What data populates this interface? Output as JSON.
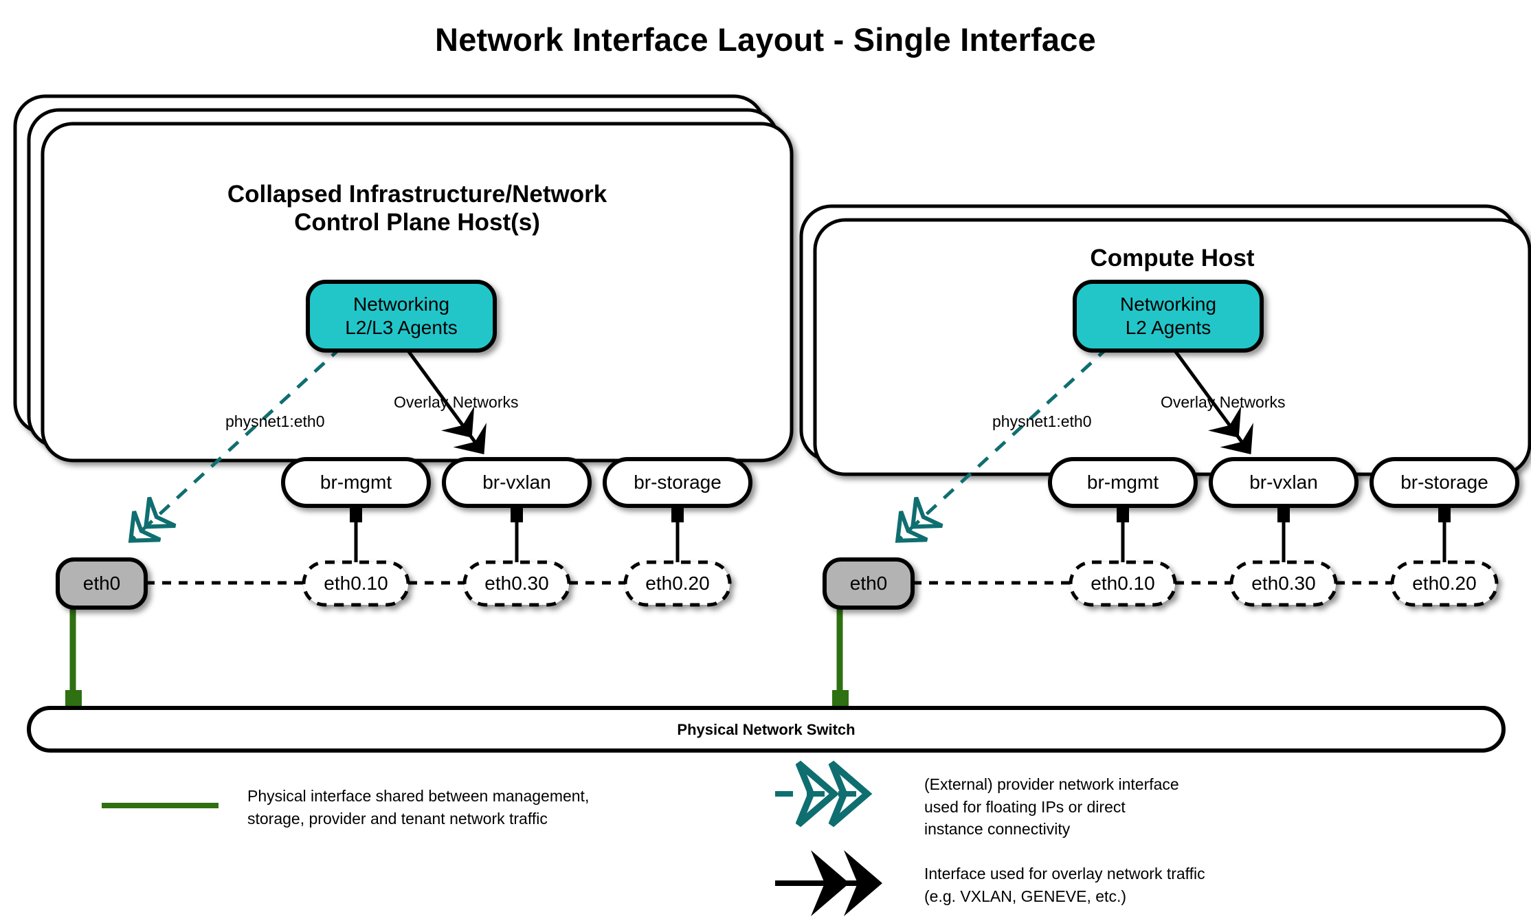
{
  "title": "Network Interface Layout - Single Interface",
  "colors": {
    "agent_fill": "#21c6c9",
    "eth_fill": "#b3b3b3",
    "physical_green": "#2e7012",
    "provider_teal": "#0f6e70",
    "stroke": "#000000",
    "background": "#ffffff"
  },
  "hosts": [
    {
      "id": "control-plane-host",
      "title": "Collapsed Infrastructure/Network\nControl Plane Host(s)",
      "title_line1": "Collapsed Infrastructure/Network",
      "title_line2": "Control Plane Host(s)",
      "stack_layers": 3,
      "agent": {
        "line1": "Networking",
        "line2": "L2/L3 Agents"
      },
      "provider_edge_label": "physnet1:eth0",
      "overlay_edge_label": "Overlay Networks",
      "physical_interface": "eth0",
      "bridges": [
        {
          "name": "br-mgmt",
          "vlan": "eth0.10"
        },
        {
          "name": "br-vxlan",
          "vlan": "eth0.30"
        },
        {
          "name": "br-storage",
          "vlan": "eth0.20"
        }
      ]
    },
    {
      "id": "compute-host",
      "title": "Compute Host",
      "title_line1": "Compute Host",
      "title_line2": "",
      "stack_layers": 2,
      "agent": {
        "line1": "Networking",
        "line2": "L2 Agents"
      },
      "provider_edge_label": "physnet1:eth0",
      "overlay_edge_label": "Overlay Networks",
      "physical_interface": "eth0",
      "bridges": [
        {
          "name": "br-mgmt",
          "vlan": "eth0.10"
        },
        {
          "name": "br-vxlan",
          "vlan": "eth0.30"
        },
        {
          "name": "br-storage",
          "vlan": "eth0.20"
        }
      ]
    }
  ],
  "switch": {
    "label": "Physical Network Switch"
  },
  "legend": [
    {
      "id": "physical-interface",
      "style": "solid-green-line",
      "text": "Physical interface shared between management,\nstorage, provider and tenant network traffic"
    },
    {
      "id": "provider-network-interface",
      "style": "dashed-teal-arrow",
      "text": "(External) provider network interface\nused for floating IPs or direct\ninstance connectivity"
    },
    {
      "id": "overlay-network-interface",
      "style": "solid-black-arrow",
      "text": "Interface used for overlay network traffic\n(e.g. VXLAN, GENEVE, etc.)"
    }
  ]
}
